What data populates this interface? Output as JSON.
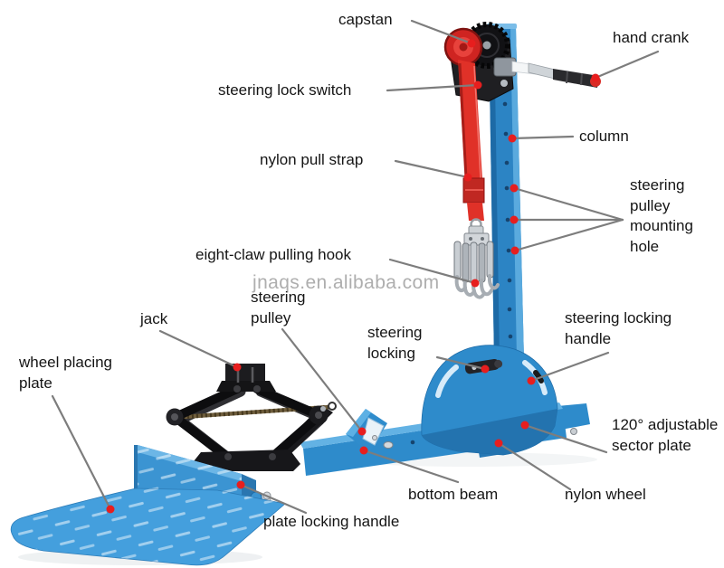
{
  "watermark": "jnaqs.en.alibaba.com",
  "labels": {
    "capstan": "capstan",
    "hand_crank": "hand crank",
    "steering_lock_switch": "steering lock switch",
    "nylon_pull_strap": "nylon pull strap",
    "column": "column",
    "steering_pulley_mounting_hole": "steering pulley mounting hole",
    "eight_claw_pulling_hook": "eight-claw pulling hook",
    "steering_pulley": "steering pulley",
    "steering_locking": "steering locking",
    "steering_locking_handle": "steering locking handle",
    "jack": "jack",
    "wheel_placing_plate": "wheel placing plate",
    "sector_plate": "120° adjustable sector plate",
    "bottom_beam": "bottom beam",
    "nylon_wheel": "nylon wheel",
    "plate_locking_handle": "plate locking handle"
  },
  "colors": {
    "machine_blue": "#2e8bcb",
    "machine_blue_light": "#5db0e4",
    "machine_blue_dark": "#1d6aa6",
    "strap_red": "#e03128",
    "annotation_dot_red": "#e71e1e",
    "leader_line_gray": "#7d7d7d",
    "jack_black": "#1c1c1f",
    "hardware_silver": "#c9ced3",
    "watermark_gray": "#8a8a8a",
    "label_text": "#151515"
  }
}
